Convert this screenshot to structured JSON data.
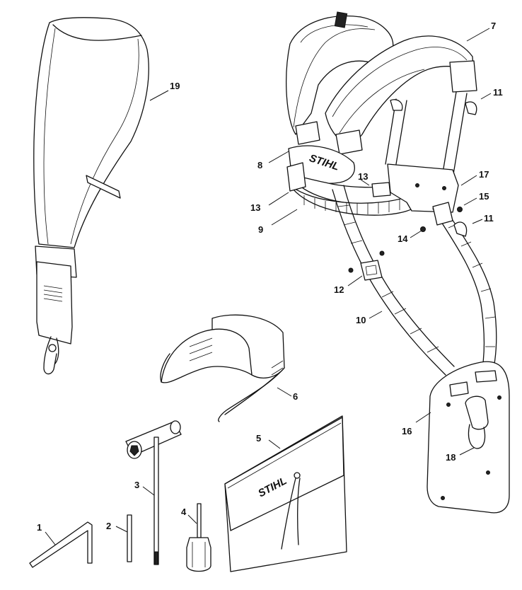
{
  "callouts": {
    "c1": "1",
    "c2": "2",
    "c3": "3",
    "c4": "4",
    "c5": "5",
    "c6": "6",
    "c7": "7",
    "c8": "8",
    "c9": "9",
    "c10": "10",
    "c11a": "11",
    "c11b": "11",
    "c12": "12",
    "c13a": "13",
    "c13b": "13",
    "c14": "14",
    "c15": "15",
    "c16": "16",
    "c17": "17",
    "c18": "18",
    "c19": "19"
  },
  "brand": {
    "harness_logo": "STIHL",
    "pouch_logo": "STIHL"
  }
}
